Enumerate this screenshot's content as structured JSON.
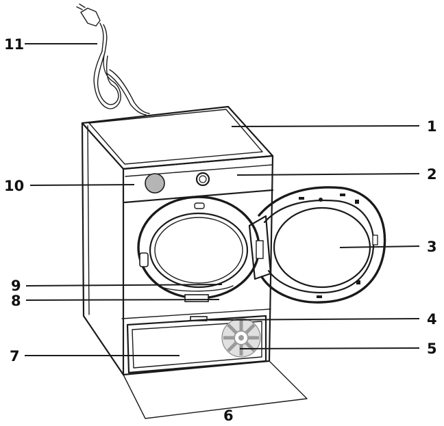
{
  "callouts": {
    "c1": "1",
    "c2": "2",
    "c3": "3",
    "c4": "4",
    "c5": "5",
    "c6": "6",
    "c7": "7",
    "c8": "8",
    "c9": "9",
    "c10": "10",
    "c11": "11"
  },
  "colors": {
    "line": "#1a1a1a",
    "knob": "#b5b5b5",
    "fan": "#9a9a9a",
    "background": "#ffffff"
  }
}
